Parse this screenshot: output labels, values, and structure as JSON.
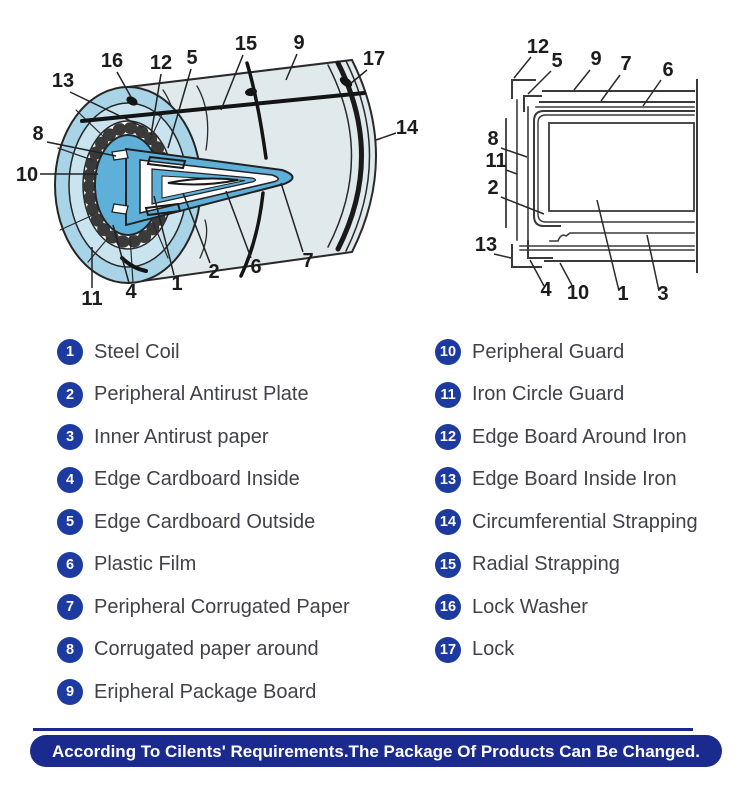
{
  "diagram_marks": {
    "m1": "1",
    "m2": "2",
    "m3": "3",
    "m4": "4",
    "m5": "5",
    "m6": "6",
    "m7": "7",
    "m8": "8",
    "m9": "9",
    "m10": "10",
    "m11": "11",
    "m12": "12",
    "m13": "13",
    "m14": "14",
    "m15": "15",
    "m16": "16",
    "m17": "17"
  },
  "legend": {
    "left": [
      {
        "num": "1",
        "label": "Steel Coil"
      },
      {
        "num": "2",
        "label": "Peripheral Antirust Plate"
      },
      {
        "num": "3",
        "label": "Inner Antirust paper"
      },
      {
        "num": "4",
        "label": "Edge Cardboard Inside"
      },
      {
        "num": "5",
        "label": "Edge Cardboard Outside"
      },
      {
        "num": "6",
        "label": "Plastic Film"
      },
      {
        "num": "7",
        "label": "Peripheral Corrugated Paper"
      },
      {
        "num": "8",
        "label": "Corrugated paper around"
      },
      {
        "num": "9",
        "label": "Eripheral Package Board"
      }
    ],
    "right": [
      {
        "num": "10",
        "label": "Peripheral Guard"
      },
      {
        "num": "11",
        "label": "Iron Circle Guard"
      },
      {
        "num": "12",
        "label": "Edge Board Around Iron"
      },
      {
        "num": "13",
        "label": "Edge Board Inside Iron"
      },
      {
        "num": "14",
        "label": "Circumferential Strapping"
      },
      {
        "num": "15",
        "label": "Radial Strapping"
      },
      {
        "num": "16",
        "label": "Lock Washer"
      },
      {
        "num": "17",
        "label": "Lock"
      }
    ]
  },
  "banner": {
    "text": "According To Cilents' Requirements.The Package Of Products Can Be Changed."
  },
  "colors": {
    "badge_blue": "#1c3aa0",
    "banner_blue": "#1b2a8f",
    "coil_blue": "#5fb0d8",
    "ring_light_blue": "#a9d3e6",
    "ring_pale_blue": "#c9e3ef",
    "body_gray": "#e0eaec",
    "outline_dark": "#2a2a2a"
  }
}
